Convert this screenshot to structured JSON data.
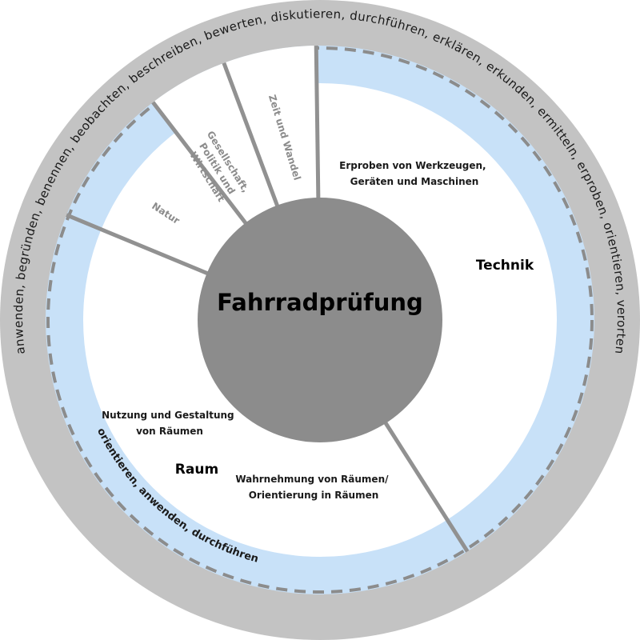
{
  "colors": {
    "outer_ring": "#c3c3c3",
    "method_ring": "#c8e1f8",
    "dash_line": "#8c8c8c",
    "divider": "#919191",
    "center": "#8c8c8c",
    "sector_bg": "#ffffff"
  },
  "center": {
    "title": "Fahrradprüfung"
  },
  "outer_ring": {
    "text": "anwenden, begründen, benennen, beobachten, beschreiben, bewerten, diskutieren, durchführen, erklären, erkunden, ermitteln, erproben, orientieren, verorten"
  },
  "method_ring": {
    "text": "orientieren, anwenden, durchführen"
  },
  "sectors": {
    "technik": {
      "label": "Technik",
      "subtopic_lines": [
        "Erproben von Werkzeugen,",
        "Geräten und Maschinen"
      ]
    },
    "raum": {
      "label": "Raum",
      "subtopic1_lines": [
        "Nutzung und Gestaltung",
        "von Räumen"
      ],
      "subtopic2_lines": [
        "Wahrnehmung von Räumen/",
        "Orientierung in Räumen"
      ]
    },
    "natur": {
      "label": "Natur"
    },
    "gesellschaft": {
      "label_lines": [
        "Gesellschaft,",
        "Politik und",
        "Wirtschaft"
      ]
    },
    "zeit": {
      "label": "Zeit und Wandel"
    }
  }
}
